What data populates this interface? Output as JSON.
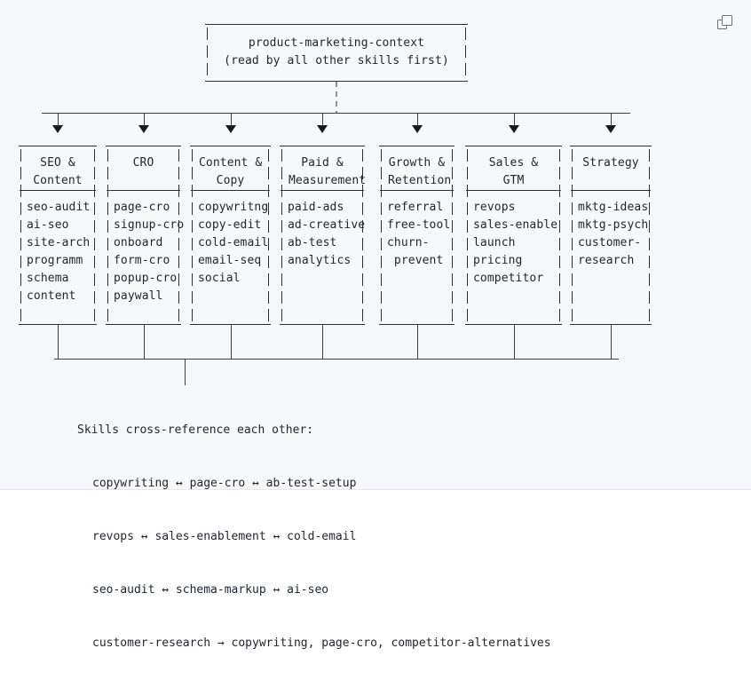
{
  "icons": {
    "copy": "copy-icon"
  },
  "context_box": {
    "title": "product-marketing-context",
    "subtitle": "(read by all other skills first)"
  },
  "columns": [
    {
      "id": "seo-content",
      "header_lines": [
        "SEO &",
        "Content"
      ],
      "items": [
        "seo-audit",
        "ai-seo",
        "site-arch",
        "programm",
        "schema",
        "content"
      ]
    },
    {
      "id": "cro",
      "header_lines": [
        "CRO",
        ""
      ],
      "items": [
        "page-cro",
        "signup-cro",
        "onboard",
        "form-cro",
        "popup-cro",
        "paywall"
      ]
    },
    {
      "id": "content-copy",
      "header_lines": [
        "Content &",
        "Copy"
      ],
      "items": [
        "copywritng",
        "copy-edit",
        "cold-email",
        "email-seq",
        "social",
        ""
      ]
    },
    {
      "id": "paid-measurement",
      "header_lines": [
        "Paid &",
        "Measurement"
      ],
      "items": [
        "paid-ads",
        "ad-creative",
        "ab-test",
        "analytics",
        "",
        ""
      ]
    },
    {
      "id": "growth-retention",
      "header_lines": [
        "Growth &",
        "Retention"
      ],
      "items": [
        "referral",
        "free-tool",
        "churn-",
        " prevent",
        "",
        ""
      ]
    },
    {
      "id": "sales-gtm",
      "header_lines": [
        "Sales &",
        "GTM"
      ],
      "items": [
        "revops",
        "sales-enable",
        "launch",
        "pricing",
        "competitor",
        ""
      ]
    },
    {
      "id": "strategy",
      "header_lines": [
        "Strategy",
        ""
      ],
      "items": [
        "mktg-ideas",
        "mktg-psych",
        "customer-",
        "research",
        "",
        ""
      ]
    }
  ],
  "crossref": {
    "heading": "Skills cross-reference each other:",
    "lines": [
      "copywriting ↔ page-cro ↔ ab-test-setup",
      "revops ↔ sales-enablement ↔ cold-email",
      "seo-audit ↔ schema-markup ↔ ai-seo",
      "customer-research → copywriting, page-cro, competitor-alternatives"
    ]
  },
  "colors": {
    "background": "#f7f8fa",
    "text": "#1f2430",
    "line": "#3a3f48",
    "dashed_line": "#8a8f98",
    "icon": "#6b7280"
  }
}
